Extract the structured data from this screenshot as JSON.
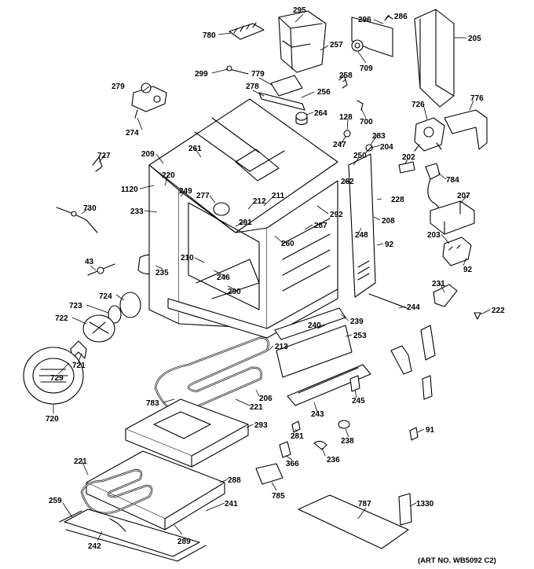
{
  "diagram": {
    "art_number": "(ART NO. WB5092 C2)",
    "callouts": [
      {
        "id": "295",
        "label": "295"
      },
      {
        "id": "296",
        "label": "296"
      },
      {
        "id": "286",
        "label": "286"
      },
      {
        "id": "205",
        "label": "205"
      },
      {
        "id": "780",
        "label": "780"
      },
      {
        "id": "257",
        "label": "257"
      },
      {
        "id": "709",
        "label": "709"
      },
      {
        "id": "299",
        "label": "299"
      },
      {
        "id": "779",
        "label": "779"
      },
      {
        "id": "258",
        "label": "258"
      },
      {
        "id": "279",
        "label": "279"
      },
      {
        "id": "278",
        "label": "278"
      },
      {
        "id": "256",
        "label": "256"
      },
      {
        "id": "776",
        "label": "776"
      },
      {
        "id": "264",
        "label": "264"
      },
      {
        "id": "700",
        "label": "700"
      },
      {
        "id": "726",
        "label": "726"
      },
      {
        "id": "274",
        "label": "274"
      },
      {
        "id": "128",
        "label": "128"
      },
      {
        "id": "283",
        "label": "283"
      },
      {
        "id": "247",
        "label": "247"
      },
      {
        "id": "204",
        "label": "204"
      },
      {
        "id": "727",
        "label": "727"
      },
      {
        "id": "209",
        "label": "209"
      },
      {
        "id": "261",
        "label": "261"
      },
      {
        "id": "250",
        "label": "250"
      },
      {
        "id": "202",
        "label": "202"
      },
      {
        "id": "220",
        "label": "220"
      },
      {
        "id": "262",
        "label": "262"
      },
      {
        "id": "784",
        "label": "784"
      },
      {
        "id": "1120",
        "label": "1120"
      },
      {
        "id": "249",
        "label": "249"
      },
      {
        "id": "277",
        "label": "277"
      },
      {
        "id": "211",
        "label": "211"
      },
      {
        "id": "207",
        "label": "207"
      },
      {
        "id": "228",
        "label": "228"
      },
      {
        "id": "730",
        "label": "730"
      },
      {
        "id": "212",
        "label": "212"
      },
      {
        "id": "233",
        "label": "233"
      },
      {
        "id": "292",
        "label": "292"
      },
      {
        "id": "208",
        "label": "208"
      },
      {
        "id": "291",
        "label": "291"
      },
      {
        "id": "287",
        "label": "287"
      },
      {
        "id": "260",
        "label": "260"
      },
      {
        "id": "248",
        "label": "248"
      },
      {
        "id": "203",
        "label": "203"
      },
      {
        "id": "92a",
        "label": "92"
      },
      {
        "id": "43",
        "label": "43"
      },
      {
        "id": "210",
        "label": "210"
      },
      {
        "id": "92b",
        "label": "92"
      },
      {
        "id": "235",
        "label": "235"
      },
      {
        "id": "246",
        "label": "246"
      },
      {
        "id": "231",
        "label": "231"
      },
      {
        "id": "724",
        "label": "724"
      },
      {
        "id": "290",
        "label": "290"
      },
      {
        "id": "723",
        "label": "723"
      },
      {
        "id": "244",
        "label": "244"
      },
      {
        "id": "222",
        "label": "222"
      },
      {
        "id": "722",
        "label": "722"
      },
      {
        "id": "239",
        "label": "239"
      },
      {
        "id": "240",
        "label": "240"
      },
      {
        "id": "253",
        "label": "253"
      },
      {
        "id": "213",
        "label": "213"
      },
      {
        "id": "721",
        "label": "721"
      },
      {
        "id": "729",
        "label": "729"
      },
      {
        "id": "206",
        "label": "206"
      },
      {
        "id": "245",
        "label": "245"
      },
      {
        "id": "783",
        "label": "783"
      },
      {
        "id": "221a",
        "label": "221"
      },
      {
        "id": "243",
        "label": "243"
      },
      {
        "id": "720",
        "label": "720"
      },
      {
        "id": "293",
        "label": "293"
      },
      {
        "id": "238",
        "label": "238"
      },
      {
        "id": "281",
        "label": "281"
      },
      {
        "id": "91",
        "label": "91"
      },
      {
        "id": "236",
        "label": "236"
      },
      {
        "id": "221b",
        "label": "221"
      },
      {
        "id": "366",
        "label": "366"
      },
      {
        "id": "288",
        "label": "288"
      },
      {
        "id": "785",
        "label": "785"
      },
      {
        "id": "787",
        "label": "787"
      },
      {
        "id": "1330",
        "label": "1330"
      },
      {
        "id": "259",
        "label": "259"
      },
      {
        "id": "241",
        "label": "241"
      },
      {
        "id": "242",
        "label": "242"
      },
      {
        "id": "289",
        "label": "289"
      }
    ]
  }
}
